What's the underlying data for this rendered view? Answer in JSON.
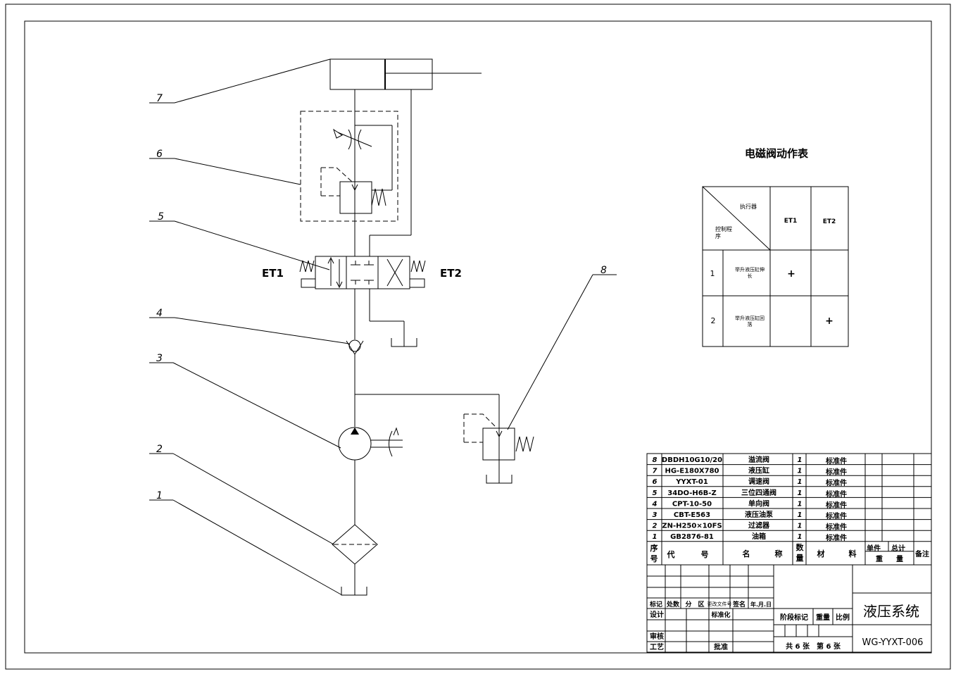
{
  "callouts": [
    "7",
    "6",
    "5",
    "4",
    "3",
    "8",
    "2",
    "1"
  ],
  "valve_labels": {
    "left": "ET1",
    "right": "ET2"
  },
  "action_table": {
    "title": "电磁阀动作表",
    "header_executor": "执行器",
    "header_program": "控制程",
    "header_program_2": "序",
    "columns": [
      "ET1",
      "ET2"
    ],
    "rows": [
      {
        "no": "1",
        "step_1": "举升液压缸伸",
        "step_2": "长",
        "et1": "+",
        "et2": ""
      },
      {
        "no": "2",
        "step_1": "举升液压缸回",
        "step_2": "落",
        "et1": "",
        "et2": "+"
      }
    ]
  },
  "parts": [
    {
      "no": "8",
      "code": "DBDH10G10/20",
      "name": "溢流阀",
      "qty": "1",
      "material": "标准件"
    },
    {
      "no": "7",
      "code": "HG-E180X780",
      "name": "液压缸",
      "qty": "1",
      "material": "标准件"
    },
    {
      "no": "6",
      "code": "YYXT-01",
      "name": "调速阀",
      "qty": "1",
      "material": "标准件"
    },
    {
      "no": "5",
      "code": "34DO-H6B-Z",
      "name": "三位四通阀",
      "qty": "1",
      "material": "标准件"
    },
    {
      "no": "4",
      "code": "CPT-10-50",
      "name": "单向阀",
      "qty": "1",
      "material": "标准件"
    },
    {
      "no": "3",
      "code": "CBT-E563",
      "name": "液压油泵",
      "qty": "1",
      "material": "标准件"
    },
    {
      "no": "2",
      "code": "ZN-H250×10FS",
      "name": "过滤器",
      "qty": "1",
      "material": "标准件"
    },
    {
      "no": "1",
      "code": "GB2876-81",
      "name": "油箱",
      "qty": "1",
      "material": "标准件"
    }
  ],
  "parts_header": {
    "seq_1": "序",
    "seq_2": "号",
    "code_1": "代",
    "code_2": "号",
    "name_1": "名",
    "name_2": "称",
    "qty_1": "数",
    "qty_2": "量",
    "mat_1": "材",
    "mat_2": "料",
    "unit_1": "单件",
    "total_1": "总计",
    "weight_1": "重",
    "weight_2": "量",
    "remark": "备注"
  },
  "title_block": {
    "rev_mark": "标记",
    "rev_count": "处数",
    "rev_zone": "分　区",
    "rev_doc": "更改文件号",
    "rev_sign": "签名",
    "rev_date": "年.月.日",
    "design": "设计",
    "standardize": "标准化",
    "review": "审核",
    "process": "工艺",
    "approve": "批准",
    "stage": "阶段标记",
    "weight": "重量",
    "scale": "比例",
    "sheets": "共 6 张　第 6 张",
    "drawing_title": "液压系统",
    "drawing_number": "WG-YYXT-006"
  }
}
